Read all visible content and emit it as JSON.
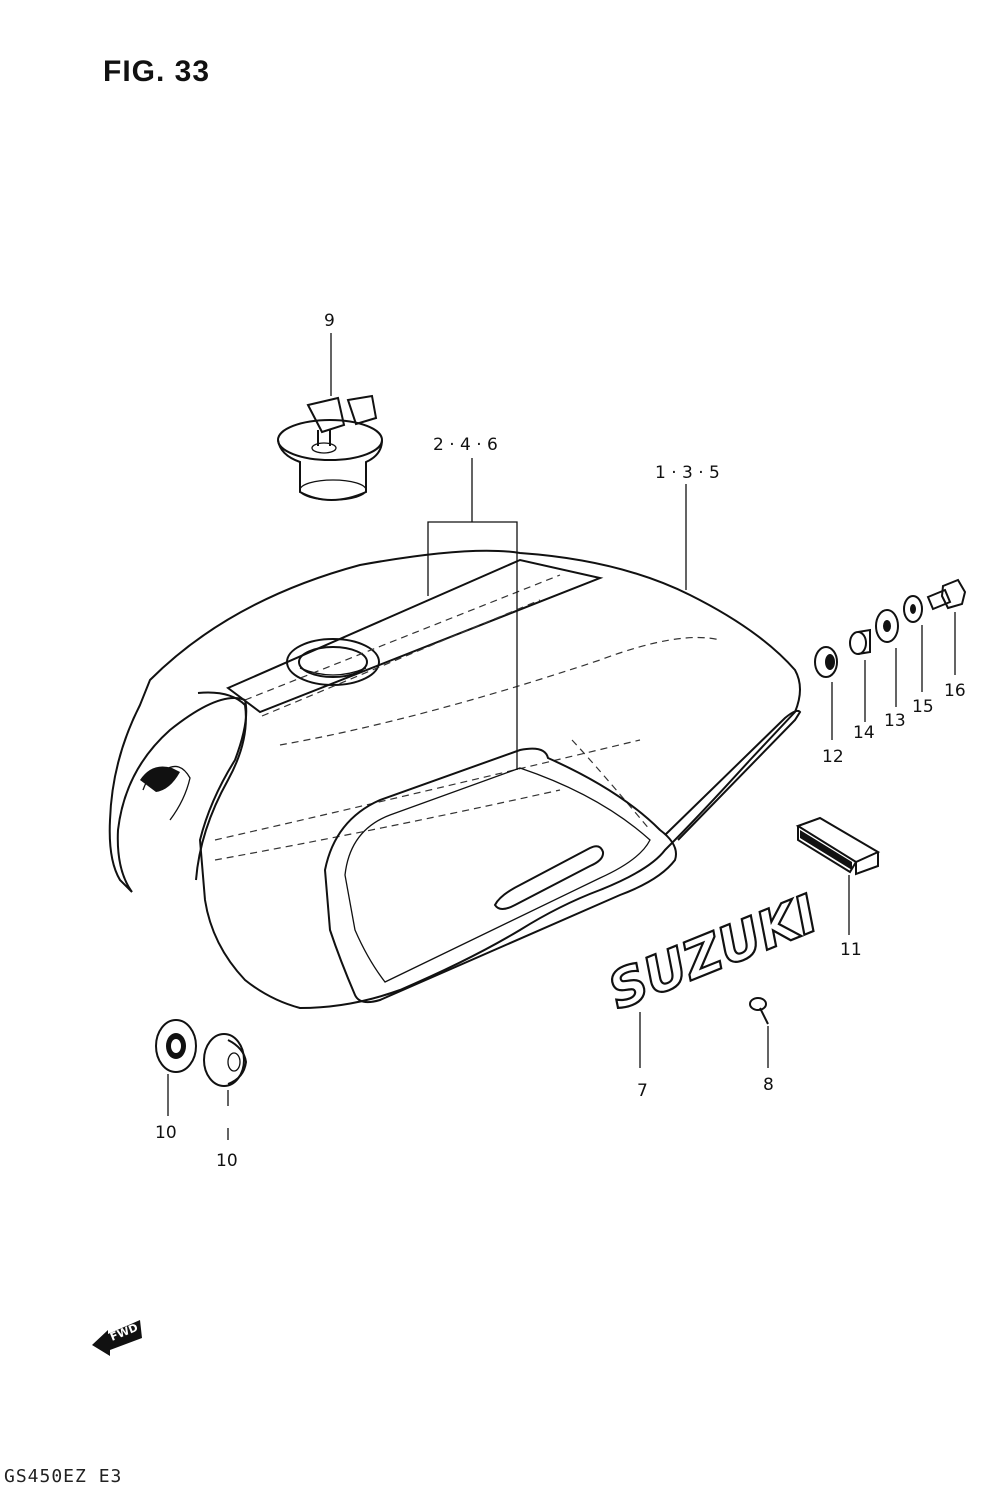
{
  "figure": {
    "title": "FIG. 33",
    "model_code": "GS450EZ  E3"
  },
  "callouts": {
    "c9": "9",
    "c246": "2 · 4 · 6",
    "c135": "1 · 3 · 5",
    "c16": "16",
    "c15": "15",
    "c13": "13",
    "c14": "14",
    "c12": "12",
    "c11": "11",
    "c8": "8",
    "c7": "7",
    "c10a": "10",
    "c10b": "10"
  },
  "emblem": {
    "text": "SUZUKI"
  },
  "direction_marker": {
    "text": "FWD"
  }
}
